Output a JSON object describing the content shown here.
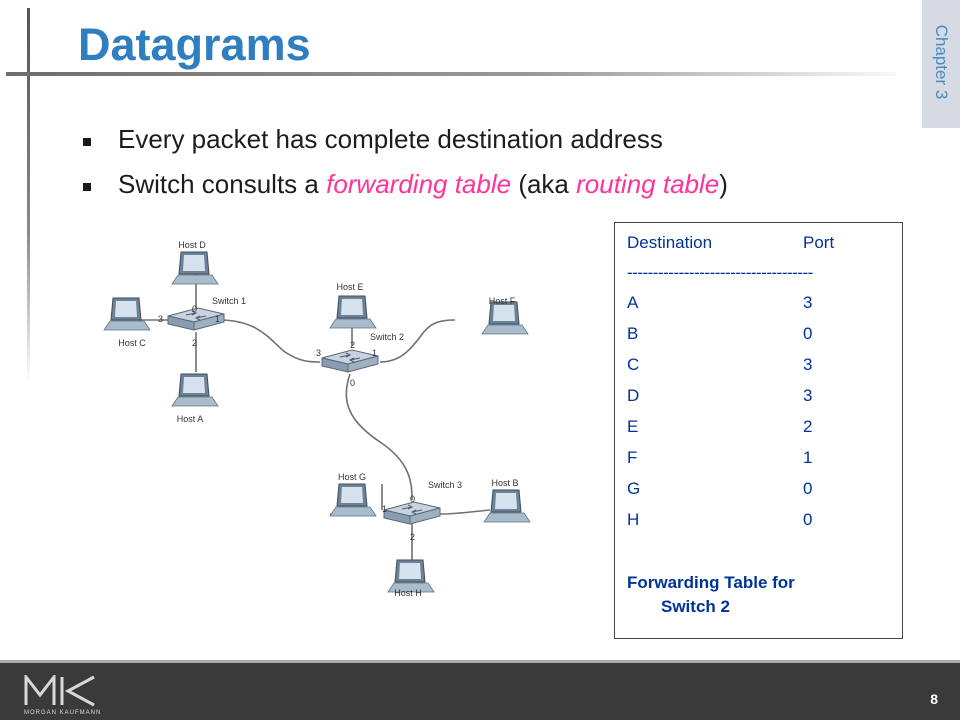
{
  "slide": {
    "title": "Datagrams",
    "chapter_label": "Chapter 3",
    "page_number": "8",
    "bullets": [
      {
        "pre": "Every packet has complete destination address",
        "em1": "",
        "mid": "",
        "em2": "",
        "post": ""
      },
      {
        "pre": "Switch consults a ",
        "em1": "forwarding table",
        "mid": " (aka ",
        "em2": "routing table",
        "post": ")"
      }
    ],
    "emphasis_color": "#ff3399",
    "title_color": "#2f7fc0",
    "table_color": "#003399"
  },
  "diagram": {
    "hosts": [
      "Host A",
      "Host B",
      "Host C",
      "Host D",
      "Host E",
      "Host F",
      "Host G",
      "Host H"
    ],
    "switches": [
      "Switch 1",
      "Switch 2",
      "Switch 3"
    ],
    "port_labels": {
      "switch1": [
        "0",
        "1",
        "2",
        "3"
      ],
      "switch2": [
        "0",
        "1",
        "2",
        "3"
      ],
      "switch3": [
        "0",
        "1",
        "2"
      ]
    }
  },
  "forwarding_table": {
    "header_destination": "Destination",
    "header_port": "Port",
    "separator": "------------------------------------",
    "rows": [
      {
        "destination": "A",
        "port": "3"
      },
      {
        "destination": "B",
        "port": "0"
      },
      {
        "destination": "C",
        "port": "3"
      },
      {
        "destination": "D",
        "port": "3"
      },
      {
        "destination": "E",
        "port": "2"
      },
      {
        "destination": "F",
        "port": "1"
      },
      {
        "destination": "G",
        "port": "0"
      },
      {
        "destination": "H",
        "port": "0"
      }
    ],
    "caption_line1": "Forwarding Table for",
    "caption_line2": "Switch 2"
  },
  "footer": {
    "logo_text": "MK",
    "publisher": "MORGAN KAUFMANN"
  }
}
